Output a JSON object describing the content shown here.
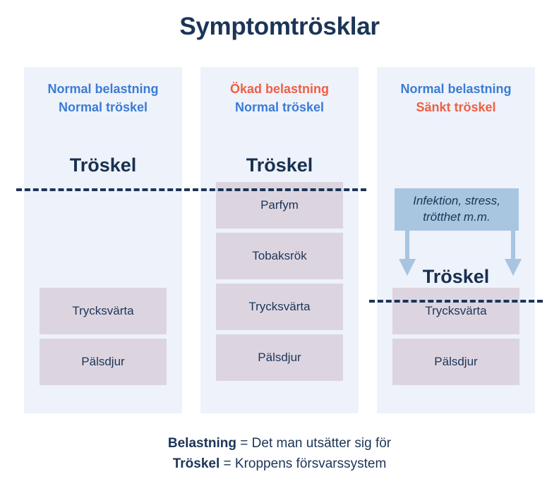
{
  "title": "Symptomtrösklar",
  "colors": {
    "title": "#1b3557",
    "header_blue": "#3b7cd3",
    "header_orange": "#ee5f43",
    "panel_bg": "#eef2fb",
    "box_bg": "#dcd5e0",
    "load_box_bg": "#a9c6e0",
    "arrow": "#a8c4e0",
    "dashed_line": "#1b3557",
    "text": "#1d3557"
  },
  "threshold_word": "Tröskel",
  "columns": [
    {
      "id": "normal-load-normal-threshold",
      "header": [
        {
          "text": "Normal belastning",
          "color": "blue"
        },
        {
          "text": "Normal tröskel",
          "color": "blue"
        }
      ],
      "threshold_label": "Tröskel",
      "boxes": [
        {
          "label": "Trycksvärta"
        },
        {
          "label": "Pälsdjur"
        }
      ],
      "load_box": null
    },
    {
      "id": "increased-load-normal-threshold",
      "header": [
        {
          "text": "Ökad belastning",
          "color": "orange"
        },
        {
          "text": "Normal tröskel",
          "color": "blue"
        }
      ],
      "threshold_label": "Tröskel",
      "boxes": [
        {
          "label": "Parfym"
        },
        {
          "label": "Tobaksrök"
        },
        {
          "label": "Trycksvärta"
        },
        {
          "label": "Pälsdjur"
        }
      ],
      "load_box": null
    },
    {
      "id": "normal-load-lowered-threshold",
      "header": [
        {
          "text": "Normal belastning",
          "color": "blue"
        },
        {
          "text": "Sänkt tröskel",
          "color": "orange"
        }
      ],
      "threshold_label": "Tröskel",
      "boxes": [
        {
          "label": "Trycksvärta"
        },
        {
          "label": "Pälsdjur"
        }
      ],
      "load_box": {
        "text": "Infektion, stress, trötthet m.m."
      }
    }
  ],
  "legend": [
    {
      "term": "Belastning",
      "separator": " = ",
      "definition": "Det man utsätter sig för"
    },
    {
      "term": "Tröskel",
      "separator": " = ",
      "definition": "Kroppens försvarssystem"
    }
  ]
}
